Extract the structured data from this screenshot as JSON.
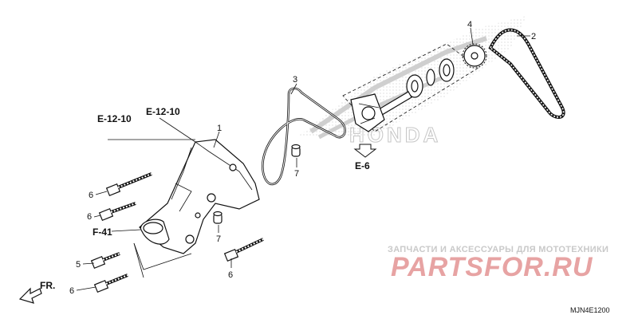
{
  "callouts": {
    "p1": "1",
    "p2": "2",
    "p3": "3",
    "p4": "4",
    "p5": "5",
    "p6a": "6",
    "p6b": "6",
    "p6c": "6",
    "p6d": "6",
    "p7a": "7",
    "p7b": "7"
  },
  "references": {
    "e12_left": "E-12-10",
    "e12_right": "E-12-10",
    "e6": "E-6",
    "f41": "F-41",
    "front": "FR."
  },
  "watermark": {
    "top_text": "ЗАПЧАСТИ И АКСЕССУАРЫ ДЛЯ МОТОТЕХНИКИ",
    "site": "PARTSFOR.RU",
    "color": "#e7a3a3"
  },
  "diagram_code": "MJN4E1200",
  "brand_logo": "HONDA",
  "icons": {
    "front_arrow": "front-direction-arrow-icon",
    "ref_arrow": "reference-arrow-icon"
  }
}
